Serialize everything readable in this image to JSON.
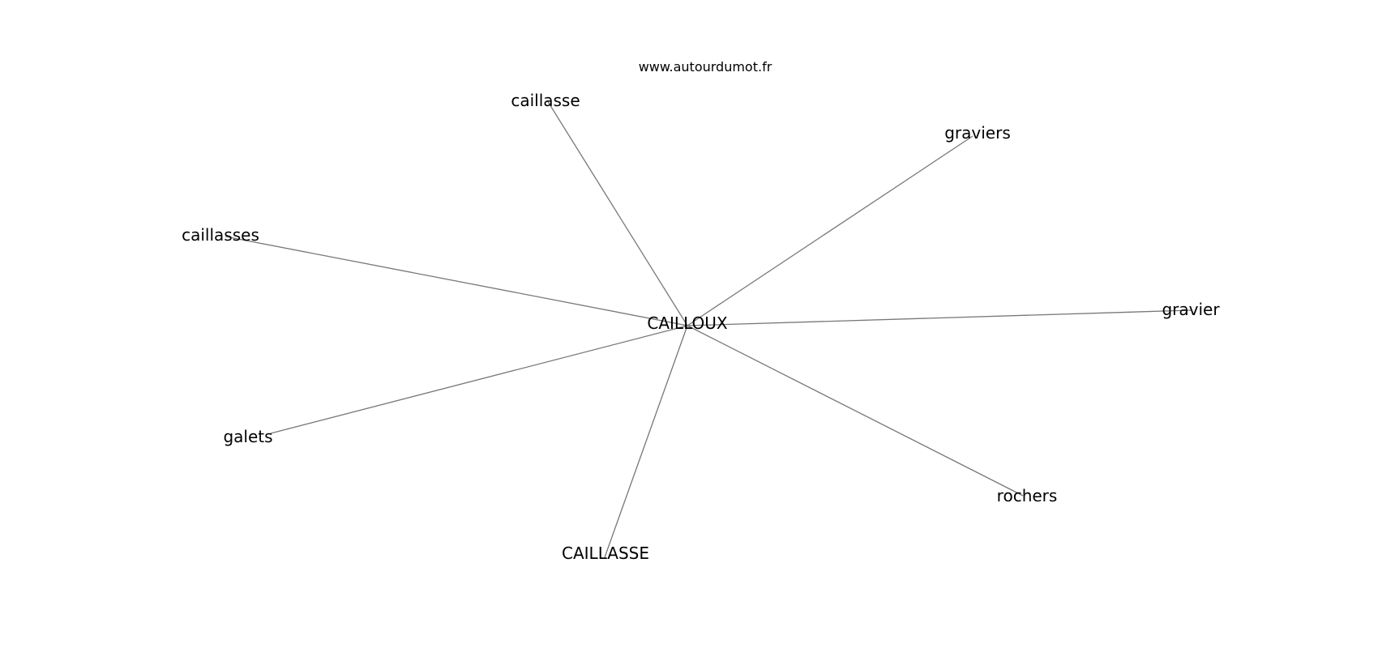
{
  "watermark": "www.autourdumot.fr",
  "edge_color": "#777777",
  "center": {
    "id": "CAILLOUX",
    "label": "CAILLOUX"
  },
  "nodes": [
    {
      "id": "caillasse",
      "label": "caillasse"
    },
    {
      "id": "graviers",
      "label": "graviers"
    },
    {
      "id": "caillasses",
      "label": "caillasses"
    },
    {
      "id": "gravier",
      "label": "gravier"
    },
    {
      "id": "galets",
      "label": "galets"
    },
    {
      "id": "rochers",
      "label": "rochers"
    },
    {
      "id": "CAILLASSE",
      "label": "CAILLASSE"
    }
  ],
  "edges": [
    [
      "CAILLOUX",
      "caillasse"
    ],
    [
      "CAILLOUX",
      "graviers"
    ],
    [
      "CAILLOUX",
      "caillasses"
    ],
    [
      "CAILLOUX",
      "gravier"
    ],
    [
      "CAILLOUX",
      "galets"
    ],
    [
      "CAILLOUX",
      "rochers"
    ],
    [
      "CAILLOUX",
      "CAILLASSE"
    ]
  ]
}
